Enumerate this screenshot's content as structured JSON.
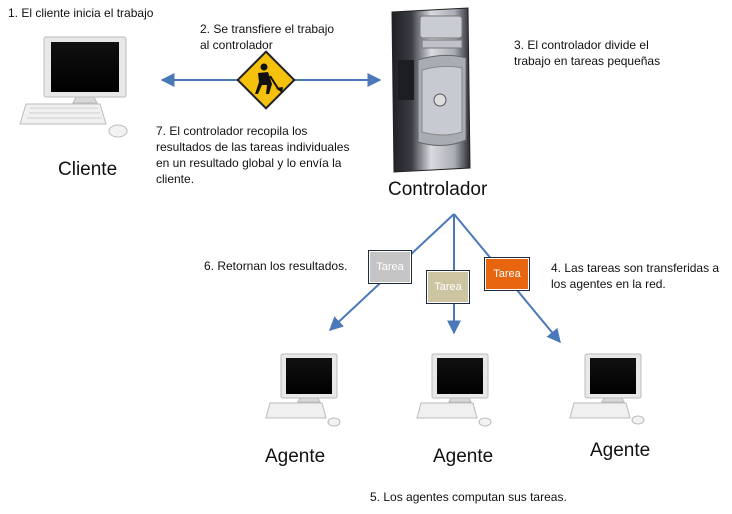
{
  "steps": {
    "s1": "1. El cliente inicia el trabajo",
    "s2": "2. Se transfiere el trabajo\n      al controlador",
    "s3": "3. El controlador divide el\ntrabajo en tareas pequeñas",
    "s4": "4. Las tareas son transferidas a\n    los agentes en la red.",
    "s5": "5. Los agentes computan sus tareas.",
    "s6": "6. Retornan los resultados.",
    "s7": "7. El controlador recopila los\nresultados de las tareas individuales\nen un resultado global y lo envía la\ncliente."
  },
  "nodes": {
    "client": "Cliente",
    "controller": "Controlador",
    "agent_left": "Agente",
    "agent_middle": "Agente",
    "agent_right": "Agente"
  },
  "tasks": [
    {
      "label": "Tarea",
      "color": "#c5c5c5",
      "text_color": "#ffffff"
    },
    {
      "label": "Tarea",
      "color": "#cdc4a2",
      "text_color": "#ffffff"
    },
    {
      "label": "Tarea",
      "color": "#e8650f",
      "text_color": "#ffffff"
    }
  ],
  "colors": {
    "arrow": "#4a78b8",
    "work_sign": "#f4c20d",
    "tower_silver": "#b9bcc2",
    "tower_dark": "#2a2c30"
  },
  "icons": {
    "client": "desktop-computer-icon",
    "controller": "server-tower-icon",
    "transfer": "work-sign-icon",
    "agents": "desktop-computer-icon"
  }
}
